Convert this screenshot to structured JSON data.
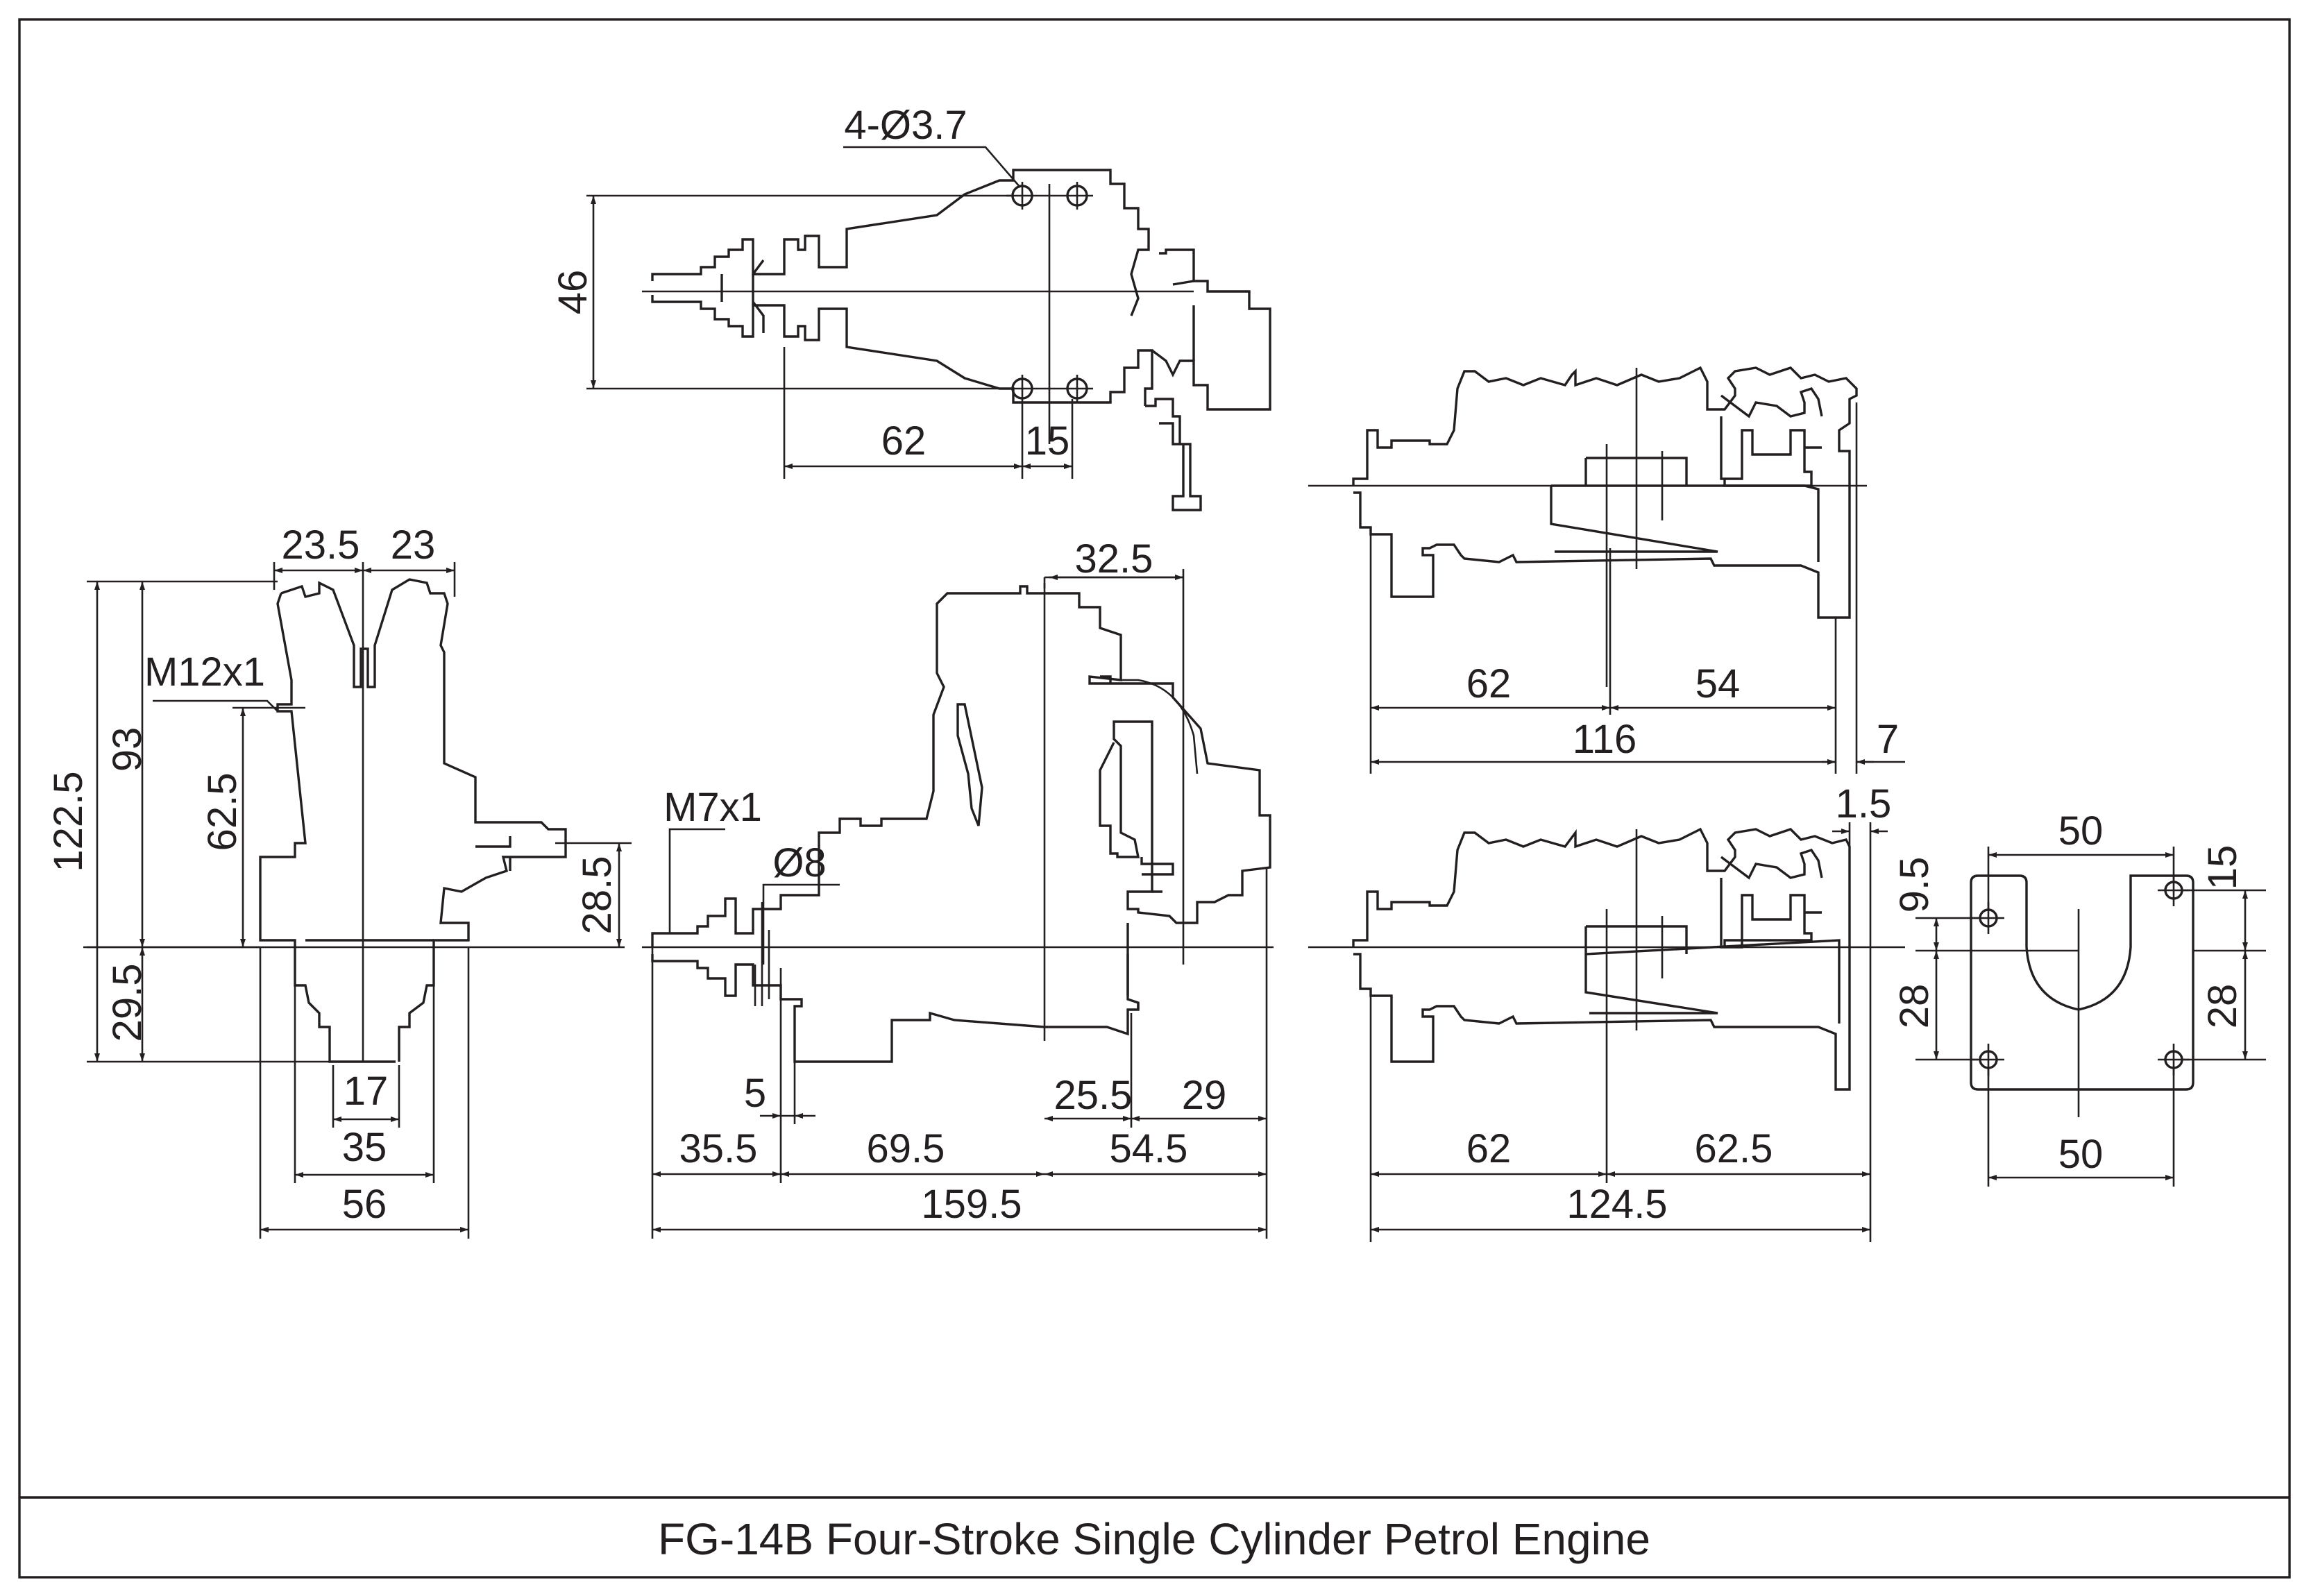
{
  "title": "FG-14B Four-Stroke Single Cylinder Petrol Engine",
  "top_view": {
    "callout": "4-Ø3.7",
    "height": "46",
    "len_a": "62",
    "len_b": "15"
  },
  "front_view": {
    "top_left": "23.5",
    "top_right": "23",
    "thread": "M12x1",
    "h_total": "122.5",
    "h_upper": "93",
    "h_mid": "62.5",
    "h_lower": "29.5",
    "nozzle": "28.5",
    "w_inner": "17",
    "w_mid": "35",
    "w_outer": "56"
  },
  "side_view": {
    "thread": "M7x1",
    "shaft": "Ø8",
    "top": "32.5",
    "d5": "5",
    "d25": "25.5",
    "d29": "29",
    "d355": "35.5",
    "d695": "69.5",
    "d545": "54.5",
    "total": "159.5"
  },
  "rear_top": {
    "a": "62",
    "b": "54",
    "total": "116",
    "c": "7"
  },
  "rear_bottom": {
    "c": "1.5",
    "a": "62",
    "b": "62.5",
    "total": "124.5"
  },
  "mount": {
    "top": "50",
    "bottom": "50",
    "left_top": "9.5",
    "left_bottom": "28",
    "right_top": "15",
    "right_bottom": "28"
  }
}
